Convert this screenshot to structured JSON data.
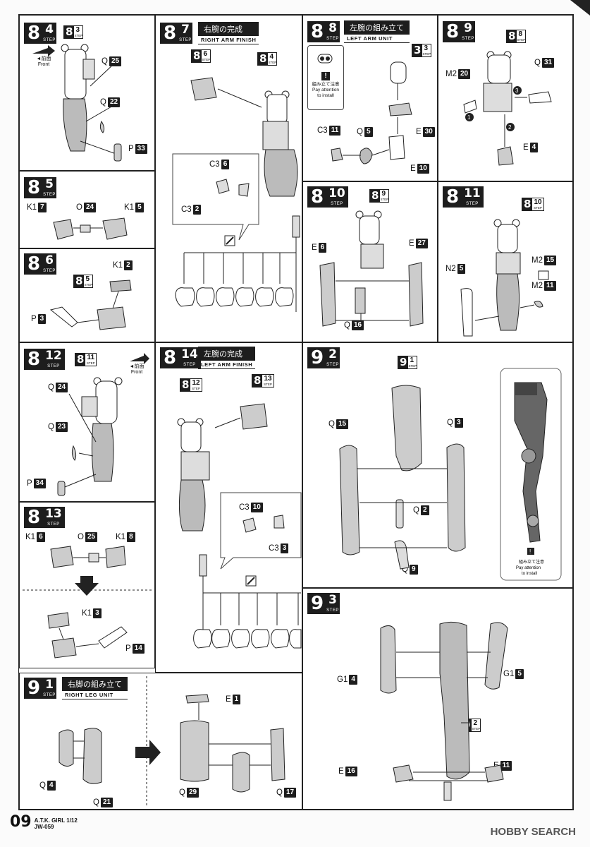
{
  "footer": {
    "page": "09",
    "line1": "A.T.K. GIRL 1/12",
    "line2": "JW-059"
  },
  "watermark": "HOBBY SEARCH",
  "common": {
    "step": "STEP",
    "front_jp": "◄前面",
    "front_en": "Front",
    "caution_jp": "組み立て注意",
    "caution_en1": "Pay attention",
    "caution_en2": "to install"
  },
  "p84": {
    "big": "8",
    "small": "4",
    "ref_big": "8",
    "ref_small": "3",
    "labels": [
      {
        "p": "Q",
        "n": "25"
      },
      {
        "p": "Q",
        "n": "22"
      },
      {
        "p": "P",
        "n": "33"
      }
    ]
  },
  "p85": {
    "big": "8",
    "small": "5",
    "labels": [
      {
        "p": "K1",
        "n": "7"
      },
      {
        "p": "O",
        "n": "24"
      },
      {
        "p": "K1",
        "n": "5"
      }
    ]
  },
  "p86": {
    "big": "8",
    "small": "6",
    "ref_big": "8",
    "ref_small": "5",
    "labels": [
      {
        "p": "K1",
        "n": "2"
      },
      {
        "p": "P",
        "n": "3"
      }
    ]
  },
  "p87": {
    "big": "8",
    "small": "7",
    "title_jp": "右腕の完成",
    "title_en": "RIGHT ARM FINISH",
    "ref1_big": "8",
    "ref1_small": "6",
    "ref2_big": "8",
    "ref2_small": "4",
    "labels": [
      {
        "p": "C3",
        "n": "6"
      },
      {
        "p": "C3",
        "n": "2"
      }
    ]
  },
  "p88": {
    "big": "8",
    "small": "8",
    "title_jp": "左腕の組み立て",
    "title_en": "LEFT ARM UNIT",
    "ref_big": "3",
    "ref_small": "3",
    "labels": [
      {
        "p": "E",
        "n": "30"
      },
      {
        "p": "C3",
        "n": "11"
      },
      {
        "p": "Q",
        "n": "5"
      },
      {
        "p": "E",
        "n": "10"
      }
    ]
  },
  "p89": {
    "big": "8",
    "small": "9",
    "ref_big": "8",
    "ref_small": "8",
    "labels": [
      {
        "p": "Q",
        "n": "31"
      },
      {
        "p": "M2",
        "n": "20"
      },
      {
        "p": "E",
        "n": "4"
      }
    ]
  },
  "p810": {
    "big": "8",
    "small": "10",
    "ref_big": "8",
    "ref_small": "9",
    "labels": [
      {
        "p": "E",
        "n": "6"
      },
      {
        "p": "E",
        "n": "27"
      },
      {
        "p": "Q",
        "n": "16"
      }
    ]
  },
  "p811": {
    "big": "8",
    "small": "11",
    "ref_big": "8",
    "ref_small": "10",
    "labels": [
      {
        "p": "N2",
        "n": "5"
      },
      {
        "p": "M2",
        "n": "15"
      },
      {
        "p": "M2",
        "n": "11"
      }
    ]
  },
  "p812": {
    "big": "8",
    "small": "12",
    "ref_big": "8",
    "ref_small": "11",
    "labels": [
      {
        "p": "Q",
        "n": "24"
      },
      {
        "p": "Q",
        "n": "23"
      },
      {
        "p": "P",
        "n": "34"
      }
    ]
  },
  "p813": {
    "big": "8",
    "small": "13",
    "labels": [
      {
        "p": "K1",
        "n": "6"
      },
      {
        "p": "O",
        "n": "25"
      },
      {
        "p": "K1",
        "n": "8"
      },
      {
        "p": "K1",
        "n": "3"
      },
      {
        "p": "P",
        "n": "14"
      }
    ]
  },
  "p814": {
    "big": "8",
    "small": "14",
    "title_jp": "左腕の完成",
    "title_en": "LEFT ARM FINISH",
    "ref1_big": "8",
    "ref1_small": "12",
    "ref2_big": "8",
    "ref2_small": "13",
    "labels": [
      {
        "p": "C3",
        "n": "10"
      },
      {
        "p": "C3",
        "n": "3"
      }
    ]
  },
  "p91": {
    "big": "9",
    "small": "1",
    "title_jp": "右脚の組み立て",
    "title_en": "RIGHT LEG UNIT",
    "labels": [
      {
        "p": "Q",
        "n": "4"
      },
      {
        "p": "Q",
        "n": "21"
      },
      {
        "p": "E",
        "n": "1"
      },
      {
        "p": "Q",
        "n": "29"
      },
      {
        "p": "Q",
        "n": "17"
      }
    ]
  },
  "p92": {
    "big": "9",
    "small": "2",
    "ref_big": "9",
    "ref_small": "1",
    "labels": [
      {
        "p": "Q",
        "n": "15"
      },
      {
        "p": "Q",
        "n": "3"
      },
      {
        "p": "Q",
        "n": "2"
      },
      {
        "p": "Q",
        "n": "9"
      }
    ]
  },
  "p93": {
    "big": "9",
    "small": "3",
    "ref_big": "9",
    "ref_small": "2",
    "labels": [
      {
        "p": "G1",
        "n": "4"
      },
      {
        "p": "G1",
        "n": "5"
      },
      {
        "p": "E",
        "n": "16"
      },
      {
        "p": "E",
        "n": "11"
      }
    ]
  }
}
